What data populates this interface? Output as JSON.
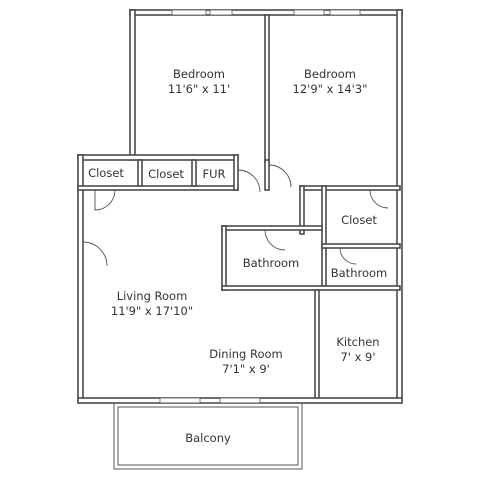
{
  "rooms": {
    "bedroom_left": {
      "name": "Bedroom",
      "dims": "11'6\" x 11'"
    },
    "bedroom_right": {
      "name": "Bedroom",
      "dims": "12'9\" x 14'3\""
    },
    "closet_left": {
      "name": "Closet"
    },
    "closet_middle": {
      "name": "Closet"
    },
    "fur": {
      "name": "FUR"
    },
    "closet_right": {
      "name": "Closet"
    },
    "bathroom_main": {
      "name": "Bathroom"
    },
    "bathroom_small": {
      "name": "Bathroom"
    },
    "living_room": {
      "name": "Living Room",
      "dims": "11'9\" x 17'10\""
    },
    "dining_room": {
      "name": "Dining Room",
      "dims": "7'1\" x 9'"
    },
    "kitchen": {
      "name": "Kitchen",
      "dims": "7' x 9'"
    },
    "balcony": {
      "name": "Balcony"
    }
  },
  "colors": {
    "wall": "#4a4a4a",
    "text": "#333333",
    "background": "#ffffff"
  }
}
